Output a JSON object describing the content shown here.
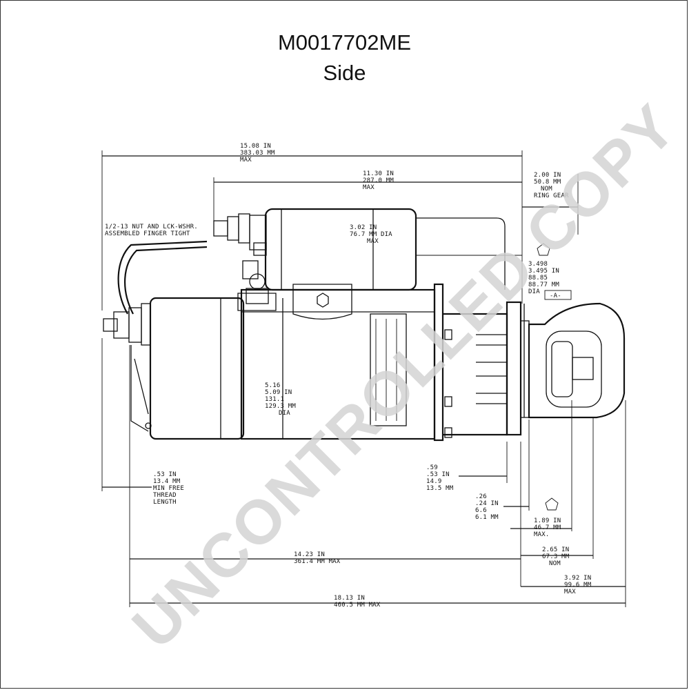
{
  "title": "M0017702ME",
  "view": "Side",
  "watermark": "UNCONTROLLED COPY",
  "callouts": {
    "overall_max": [
      "15.08 IN",
      "383.03 MM",
      "MAX"
    ],
    "motor_length": [
      "11.30 IN",
      "287.0 MM",
      "MAX"
    ],
    "ring_gear": [
      "2.00 IN",
      "50.8 MM",
      "NOM",
      "RING GEAR"
    ],
    "nut_note": [
      "1/2-13 NUT AND LCK-WSHR.",
      "ASSEMBLED FINGER TIGHT"
    ],
    "solenoid_dia": [
      "3.02 IN",
      "76.7 MM DIA",
      "MAX"
    ],
    "pilot_dia": [
      "3.498",
      "3.495 IN",
      "88.85",
      "88.77 MM",
      "DIA"
    ],
    "datum": "-A-",
    "frame_dia": [
      "5.16",
      "5.09 IN",
      "131.1",
      "129.3 MM",
      "DIA"
    ],
    "thread_length": [
      ".53 IN",
      "13.4 MM",
      "MIN FREE",
      "THREAD",
      "LENGTH"
    ],
    "flange_offset": [
      ".59",
      ".53 IN",
      "14.9",
      "13.5 MM"
    ],
    "flange_thickness": [
      ".26",
      ".24 IN",
      "6.6",
      "6.1 MM"
    ],
    "pinion_max": [
      "1.89 IN",
      "46.7 MM",
      "MAX."
    ],
    "nose_nom": [
      "2.65 IN",
      "67.3 MM",
      "NOM"
    ],
    "nose_max": [
      "3.92 IN",
      "99.6 MM",
      "MAX"
    ],
    "body_max": [
      "14.23 IN",
      "361.4 MM MAX"
    ],
    "total_max": [
      "18.13 IN",
      "460.5 MM MAX"
    ]
  }
}
